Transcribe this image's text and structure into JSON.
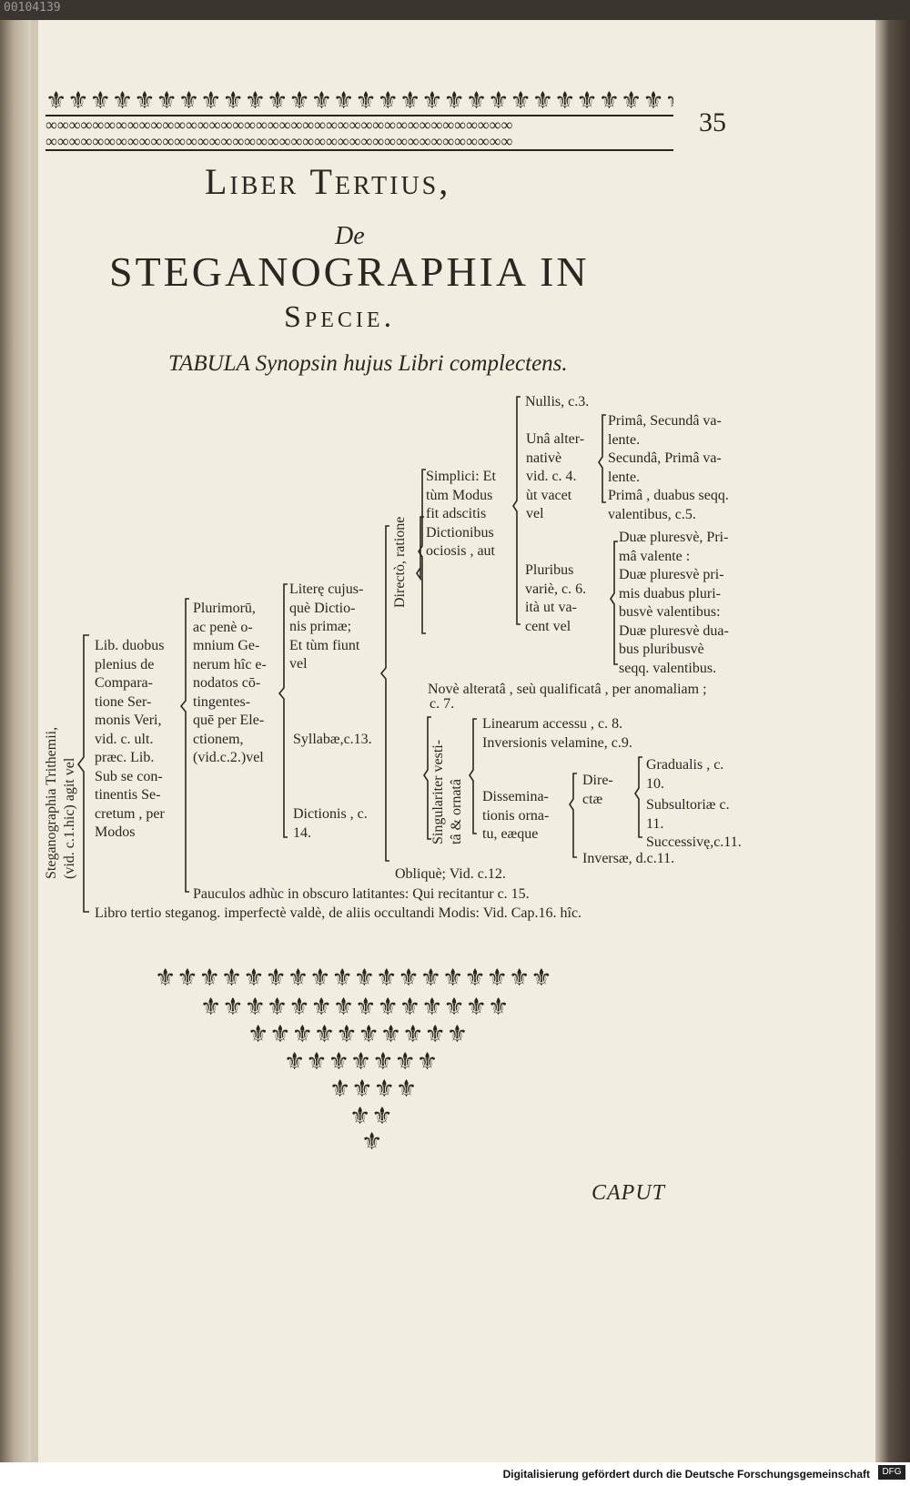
{
  "scan_id": "00104139",
  "page_number": "35",
  "heading": {
    "line1": "Liber Tertius,",
    "line2": "De",
    "line3": "STEGANOGRAPHIA IN",
    "line4": "Specie."
  },
  "table_title": "TABULA Synopsin hujus Libri complectens.",
  "synopsis": {
    "root_line1": "Steganographia Trithemii,",
    "root_line2": "(vid. c.1.hic) agit vel",
    "lib_duobus": [
      "Lib. duobus",
      "plenius de",
      "Compara-",
      "tione Ser-",
      "monis Veri,",
      "vid. c. ult.",
      "præc. Lib.",
      "Sub se con-",
      "tinentis Se-",
      "cretum , per",
      "Modos"
    ],
    "plurimoru": [
      "Plurimorū,",
      "ac penè o-",
      "mnium Ge-",
      "nerum hîc e-",
      "nodatos cō-",
      "tingentes-",
      "quē per Ele-",
      "ctionem,",
      "(vid.c.2.)vel"
    ],
    "litere": [
      "Literę cujus-",
      "què Dictio-",
      "nis primæ;",
      "Et tùm fiunt",
      "vel"
    ],
    "syllabae": "Syllabæ,c.13.",
    "dictionis": [
      "Dictionis , c.",
      "14."
    ],
    "directo": "Directò, ratione",
    "simplici": [
      "Simplici: Et",
      "tùm Modus",
      "fit adscitis",
      "Dictionibus",
      "ociosis , aut"
    ],
    "nullis": "Nullis, c.3.",
    "una": [
      "Unâ alter-",
      "nativè",
      "vid. c. 4.",
      "ùt vacet",
      "vel"
    ],
    "prima_group": [
      "Primâ, Secundâ va-",
      "lente.",
      "Secundâ, Primâ va-",
      "lente.",
      "Primâ , duabus seqq.",
      "valentibus, c.5."
    ],
    "pluribus": [
      "Pluribus",
      "variè, c. 6.",
      "ità ut va-",
      "cent vel"
    ],
    "duae_group": [
      "Duæ pluresvè, Pri-",
      "mâ valente :",
      "Duæ pluresvè pri-",
      "mis duabus pluri-",
      "busvè valentibus:",
      "Duæ pluresvè dua-",
      "bus pluribusvè",
      "seqq. valentibus."
    ],
    "nove": "Novè alteratâ , seù qualificatâ , per anomaliam ;",
    "nove_c7": "c. 7.",
    "singulariter": [
      "Singulariter vesti-",
      "tâ & ornatâ"
    ],
    "linearum": "Linearum accessu , c. 8.",
    "inversionis": "Inversionis velamine, c.9.",
    "disseminationis": [
      "Dissemina-",
      "tionis orna-",
      "tu, eæque"
    ],
    "directae": [
      "Dire-",
      "ctæ"
    ],
    "gradualis": [
      "Gradualis , c.",
      "10."
    ],
    "subsultoriae": [
      "Subsultoriæ c.",
      "11."
    ],
    "successivae": "Successivę,c.11.",
    "inversae": "Inversæ, d.c.11.",
    "oblique": "Obliquè; Vid. c.12.",
    "pauculos": "Pauculos adhùc in obscuro latitantes: Qui recitantur c. 15.",
    "libro_tertio": "Libro tertio steganog. imperfectè valdè, de aliis occultandi Modis: Vid. Cap.16. hîc."
  },
  "catchword": "CAPUT",
  "footer": "Digitalisierung gefördert durch die Deutsche Forschungsgemeinschaft",
  "footer_logo": "DFG",
  "ornaments": {
    "fleuron": "⚜",
    "chain": "∞"
  }
}
